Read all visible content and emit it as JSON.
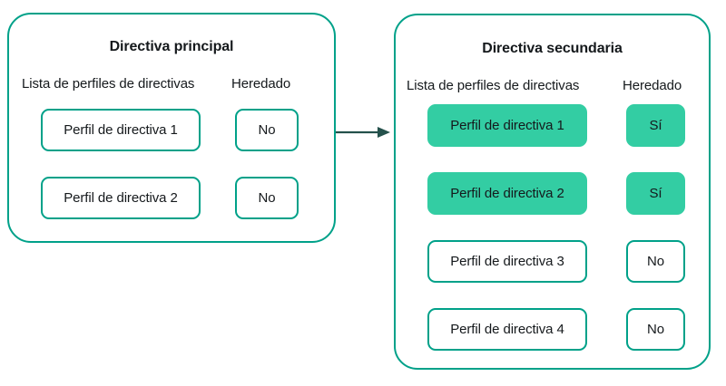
{
  "diagram": {
    "type": "flow-comparison",
    "colors": {
      "panel_border": "#00A189",
      "chip_border": "#00A189",
      "chip_filled_fill": "#33CDA3",
      "arrow": "#24514B",
      "text": "#15191C",
      "background": "#FFFFFF"
    },
    "arrow": {
      "direction": "right",
      "from": "Directiva principal",
      "to": "Directiva secundaria"
    },
    "panels": [
      {
        "id": "primary",
        "title": "Directiva principal",
        "headers": {
          "list": "Lista de perfiles de directivas",
          "inherited": "Heredado"
        },
        "rows": [
          {
            "profile": "Perfil de directiva 1",
            "inherited": "No",
            "highlighted": false
          },
          {
            "profile": "Perfil de directiva 2",
            "inherited": "No",
            "highlighted": false
          }
        ]
      },
      {
        "id": "secondary",
        "title": "Directiva secundaria",
        "headers": {
          "list": "Lista de perfiles de directivas",
          "inherited": "Heredado"
        },
        "rows": [
          {
            "profile": "Perfil de directiva 1",
            "inherited": "Sí",
            "highlighted": true
          },
          {
            "profile": "Perfil de directiva 2",
            "inherited": "Sí",
            "highlighted": true
          },
          {
            "profile": "Perfil de directiva 3",
            "inherited": "No",
            "highlighted": false
          },
          {
            "profile": "Perfil de directiva 4",
            "inherited": "No",
            "highlighted": false
          }
        ]
      }
    ]
  }
}
